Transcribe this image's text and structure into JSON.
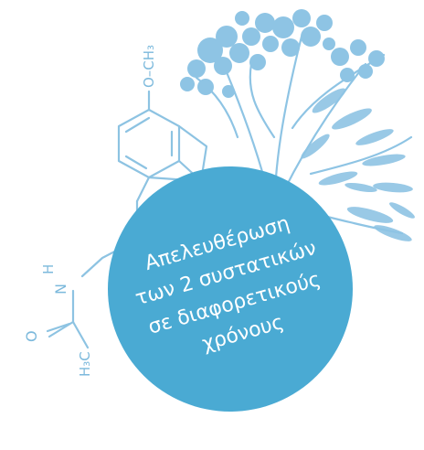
{
  "badge": {
    "lines": [
      "Απελευθέρωση",
      "των 2 συστατικών",
      "σε διαφορετικούς",
      "χρόνους"
    ],
    "color": "#4aaad3",
    "text_color": "#ffffff"
  },
  "molecule": {
    "labels": {
      "methoxy": "O–CH₃",
      "nh_h": "H",
      "nh_n": "N",
      "carbonyl_o": "O",
      "methyl": "H₃C"
    },
    "line_color": "#8dc3e2"
  },
  "plant": {
    "icon": "yarrow-plant-illustration",
    "color": "#8ec4e4"
  }
}
